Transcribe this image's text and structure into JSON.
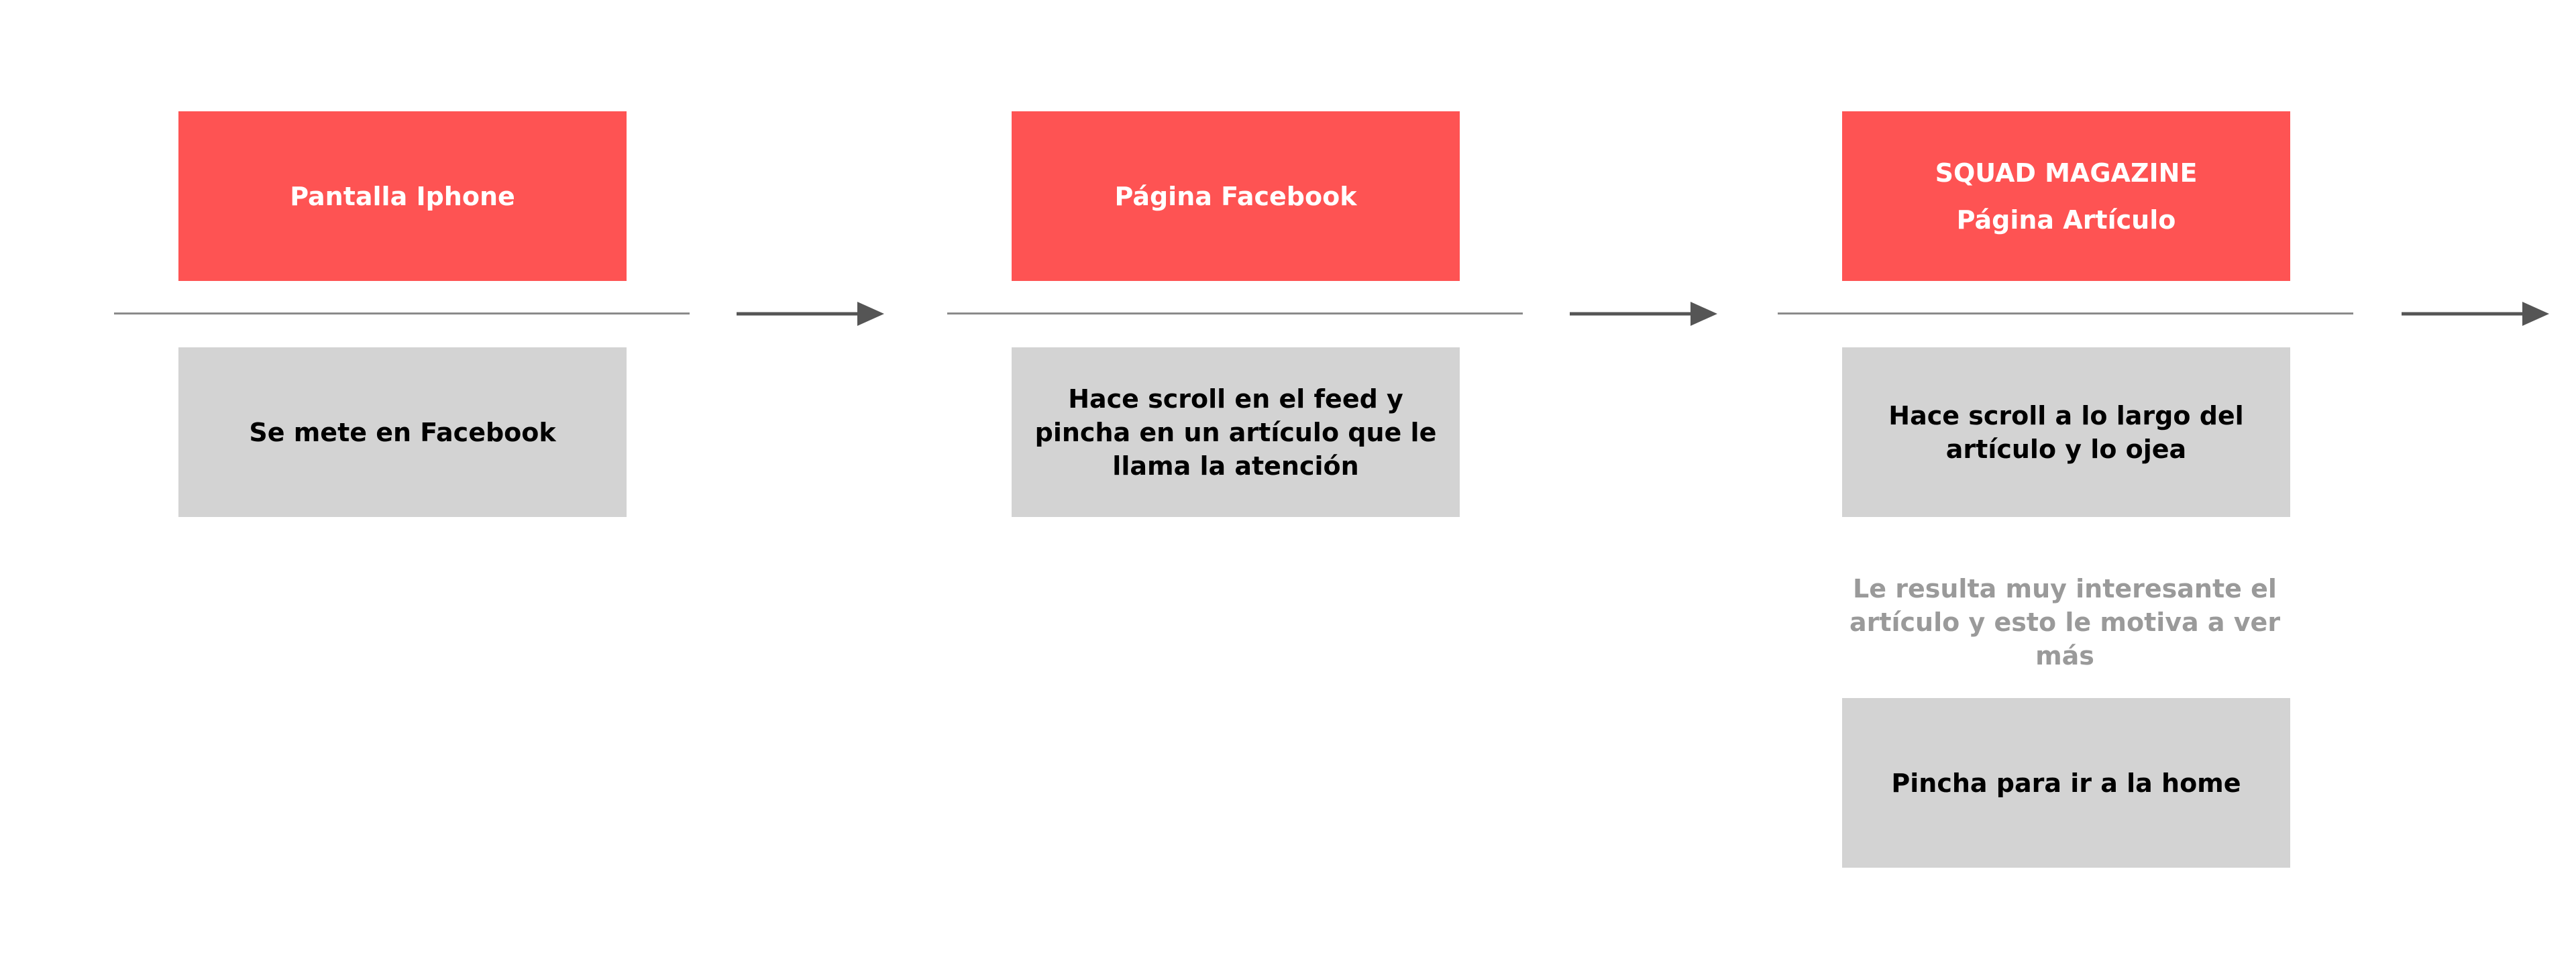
{
  "columns": [
    {
      "header": {
        "line1": "Pantalla Iphone",
        "line2": ""
      },
      "steps": [
        "Se mete en Facebook"
      ]
    },
    {
      "header": {
        "line1": "Página Facebook",
        "line2": ""
      },
      "steps": [
        "Hace scroll en el feed y pincha en un artículo que le llama la atención"
      ]
    },
    {
      "header": {
        "line1": "SQUAD MAGAZINE",
        "line2": "Página Artículo"
      },
      "steps": [
        "Hace scroll a lo largo del artículo y lo ojea",
        "Pincha para ir a la home"
      ],
      "note": "Le resulta muy interesante el artículo y esto le motiva a ver más"
    }
  ],
  "colors": {
    "header_bg": "#fe5353",
    "step_bg": "#d3d3d3",
    "divider": "#8a8a8a",
    "arrow": "#555555",
    "note_text": "#9a9a9a"
  }
}
